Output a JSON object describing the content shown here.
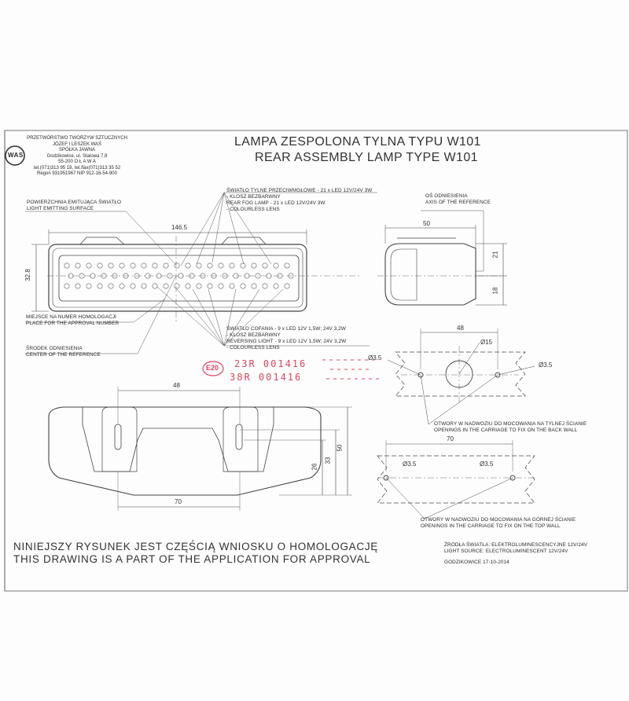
{
  "company": {
    "logo_text": "WAS",
    "lines": [
      "PRZETWÓRSTWO TWORZYW SZTUCZNYCH",
      "JÓZEF I LESZEK WAŚ",
      "SPÓŁKA JAWNA",
      "Godzikowice, ul. Stalowa 7,9",
      "55-200   O Ł A W A",
      "tel.(071)313 95 18, tel./fax(071)313 35 52",
      "Regon 931951967 NIP 912-16-54-900"
    ]
  },
  "title": {
    "pl": "LAMPA ZESPOLONA TYLNA  TYPU W101",
    "en": "REAR ASSEMBLY LAMP TYPE W101"
  },
  "callouts": {
    "emitting": [
      "POWIERZCHNIA EMITUJĄCA ŚWIATŁO",
      "LIGHT EMITTING SURFACE"
    ],
    "fog": [
      "ŚWIATŁO TYLNE PRZECIWMGŁOWE - 21 x LED 12V/24V 3W",
      "- KLOSZ BEZBARWNY",
      "REAR FOG LAMP - 21 x LED 12V/24V 3W",
      "- COLOURLESS LENS"
    ],
    "axis": [
      "OŚ ODNIESIENIA",
      "AXIS OF THE REFERENCE"
    ],
    "approval_place": [
      "MIEJSCE NA NUMER HOMOLOGACJI",
      "PLACE FOR THE APPROVAL NUMBER"
    ],
    "center_ref": [
      "ŚRODEK ODNIESIENIA",
      "CENTER OF THE REFERENCE"
    ],
    "reversing": [
      "ŚWIATŁO COFANIA - 9 x LED 12V 1,5W; 24V 3,2W",
      "- KLOSZ BEZBARWNY",
      "REVERSING LIGHT - 9 x LED 12V 1,5W; 24V 3,2W",
      "- COLOURLESS LENS"
    ],
    "back_wall": [
      "OTWORY W NADWOZIU DO MOCOWANIA NA TYLNEJ ŚCIANIE",
      "OPENINGS IN THE CARRIAGE TO FIX ON THE BACK WALL"
    ],
    "top_wall": [
      "OTWORY W NADWOZIU DO MOCOWANIA NA GÓRNEJ ŚCIANIE",
      "OPENINGS IN THE CARRIAGE TO FIX ON THE TOP WALL"
    ]
  },
  "dimensions": {
    "width_front": "146.5",
    "height_front": "32.8",
    "side_depth": "50",
    "side_upper": "21",
    "side_lower": "18",
    "back_spacing": "48",
    "back_center_hole": "Ø15",
    "back_hole_left": "Ø3.5",
    "back_hole_right": "Ø3.5",
    "bottom_spacing": "48",
    "bottom_width": "70",
    "bottom_h1": "26",
    "bottom_h2": "33",
    "bottom_h3": "50",
    "top_spacing": "70",
    "top_hole_left": "Ø3.5",
    "top_hole_right": "Ø3.5"
  },
  "approval_marks": {
    "emark": "E20",
    "line1": "23R  001416",
    "line2": "38R  001416"
  },
  "footer": {
    "pl": "NINIEJSZY RYSUNEK JEST CZĘŚCIĄ WNIOSKU O  HOMOLOGACJĘ",
    "en": "THIS DRAWING IS A PART OF THE APPLICATION FOR  APPROVAL",
    "source_pl": "ŹRÓDŁA ŚWIATŁA: ELEKTROLUMINESCENCYJNE     12V/24V",
    "source_en": "LIGHT SOURCE: ELECTROLUMINESCENT      12V/24V",
    "place_date": "GODZIKOWICE    17-10-2014"
  }
}
